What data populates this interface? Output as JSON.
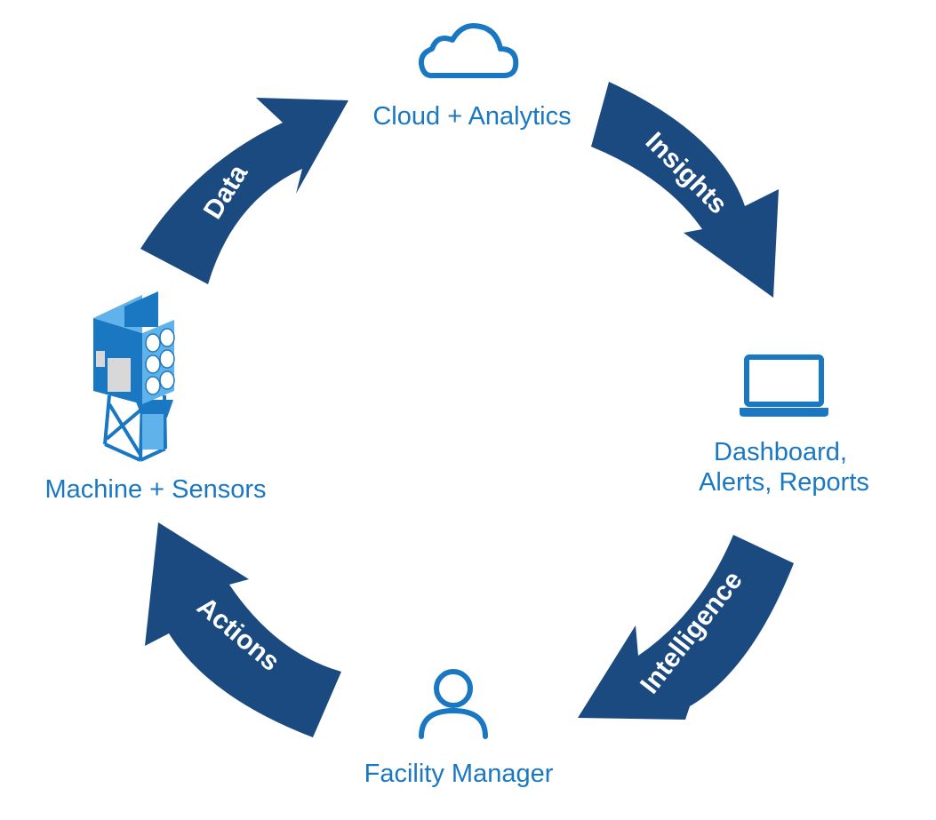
{
  "colors": {
    "arrow": "#1b4a80",
    "icon": "#1a78c2",
    "label": "#1a78c2",
    "machine_light": "#5fb2ea",
    "machine_panel": "#d8d8d8"
  },
  "nodes": {
    "cloud": {
      "label": "Cloud + Analytics",
      "icon": "cloud-icon"
    },
    "dashboard": {
      "label_line1": "Dashboard,",
      "label_line2": "Alerts, Reports",
      "icon": "laptop-icon"
    },
    "manager": {
      "label": "Facility Manager",
      "icon": "person-icon"
    },
    "machine": {
      "label": "Machine + Sensors",
      "icon": "dust-collector-icon"
    }
  },
  "arrows": {
    "data": "Data",
    "insights": "Insights",
    "intelligence": "Intelligence",
    "actions": "Actions"
  }
}
